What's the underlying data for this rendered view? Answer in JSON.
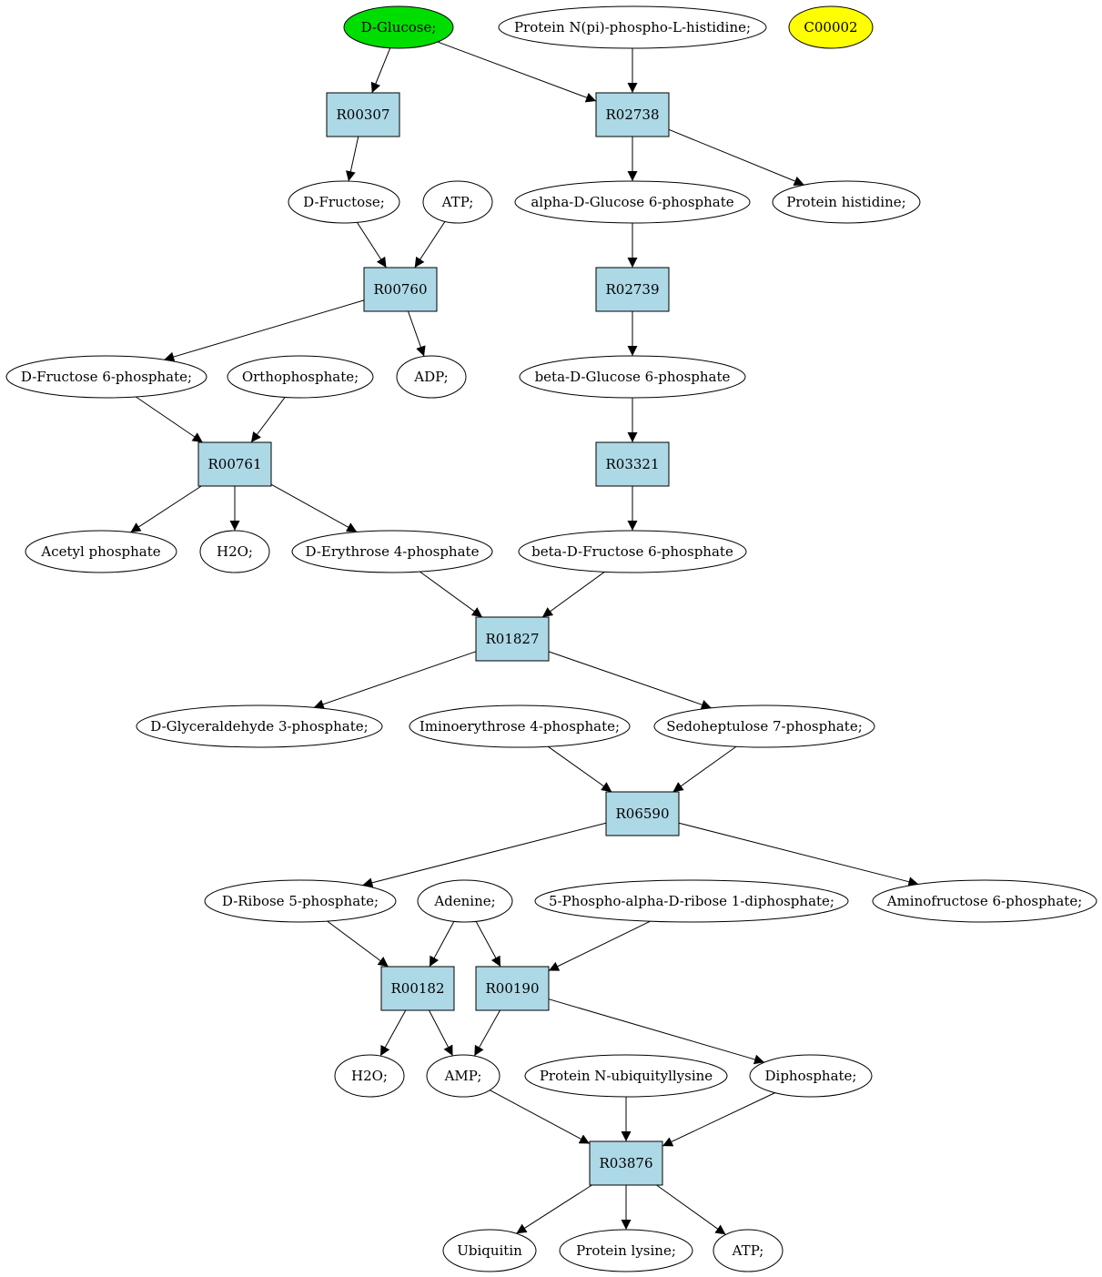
{
  "colors": {
    "start_compound": "#00dd00",
    "highlight_compound": "#ffff00",
    "reaction": "#add8e6",
    "compound": "#ffffff"
  },
  "compounds": [
    {
      "id": "c_glucose",
      "label": "D-Glucose;",
      "style": "start"
    },
    {
      "id": "c_phis",
      "label": "Protein N(pi)-phospho-L-histidine;"
    },
    {
      "id": "c_c00002",
      "label": "C00002",
      "style": "highlight"
    },
    {
      "id": "c_fructose",
      "label": "D-Fructose;"
    },
    {
      "id": "c_atp1",
      "label": "ATP;"
    },
    {
      "id": "c_ag6p",
      "label": "alpha-D-Glucose 6-phosphate"
    },
    {
      "id": "c_phist",
      "label": "Protein histidine;"
    },
    {
      "id": "c_f6p",
      "label": "D-Fructose 6-phosphate;"
    },
    {
      "id": "c_ortho",
      "label": "Orthophosphate;"
    },
    {
      "id": "c_adp",
      "label": "ADP;"
    },
    {
      "id": "c_bg6p",
      "label": "beta-D-Glucose 6-phosphate"
    },
    {
      "id": "c_acetylp",
      "label": "Acetyl phosphate"
    },
    {
      "id": "c_h2o1",
      "label": "H2O;"
    },
    {
      "id": "c_e4p",
      "label": "D-Erythrose 4-phosphate"
    },
    {
      "id": "c_bf6p",
      "label": "beta-D-Fructose 6-phosphate"
    },
    {
      "id": "c_g3p",
      "label": "D-Glyceraldehyde 3-phosphate;"
    },
    {
      "id": "c_imino",
      "label": "Iminoerythrose 4-phosphate;"
    },
    {
      "id": "c_s7p",
      "label": "Sedoheptulose 7-phosphate;"
    },
    {
      "id": "c_r5p",
      "label": "D-Ribose 5-phosphate;"
    },
    {
      "id": "c_adenine",
      "label": "Adenine;"
    },
    {
      "id": "c_prpp",
      "label": "5-Phospho-alpha-D-ribose 1-diphosphate;"
    },
    {
      "id": "c_amf6p",
      "label": "Aminofructose 6-phosphate;"
    },
    {
      "id": "c_h2o2",
      "label": "H2O;"
    },
    {
      "id": "c_amp",
      "label": "AMP;"
    },
    {
      "id": "c_pub",
      "label": "Protein N-ubiquityllysine"
    },
    {
      "id": "c_dip",
      "label": "Diphosphate;"
    },
    {
      "id": "c_ubiq",
      "label": "Ubiquitin"
    },
    {
      "id": "c_plys",
      "label": "Protein lysine;"
    },
    {
      "id": "c_atp2",
      "label": "ATP;"
    }
  ],
  "reactions": [
    {
      "id": "r_00307",
      "label": "R00307"
    },
    {
      "id": "r_02738",
      "label": "R02738"
    },
    {
      "id": "r_00760",
      "label": "R00760"
    },
    {
      "id": "r_02739",
      "label": "R02739"
    },
    {
      "id": "r_00761",
      "label": "R00761"
    },
    {
      "id": "r_03321",
      "label": "R03321"
    },
    {
      "id": "r_01827",
      "label": "R01827"
    },
    {
      "id": "r_06590",
      "label": "R06590"
    },
    {
      "id": "r_00182",
      "label": "R00182"
    },
    {
      "id": "r_00190",
      "label": "R00190"
    },
    {
      "id": "r_03876",
      "label": "R03876"
    }
  ],
  "edges": [
    [
      "c_glucose",
      "r_00307"
    ],
    [
      "c_glucose",
      "r_02738"
    ],
    [
      "c_phis",
      "r_02738"
    ],
    [
      "r_00307",
      "c_fructose"
    ],
    [
      "r_02738",
      "c_ag6p"
    ],
    [
      "r_02738",
      "c_phist"
    ],
    [
      "c_fructose",
      "r_00760"
    ],
    [
      "c_atp1",
      "r_00760"
    ],
    [
      "c_ag6p",
      "r_02739"
    ],
    [
      "r_00760",
      "c_f6p"
    ],
    [
      "r_00760",
      "c_adp"
    ],
    [
      "r_02739",
      "c_bg6p"
    ],
    [
      "c_f6p",
      "r_00761"
    ],
    [
      "c_ortho",
      "r_00761"
    ],
    [
      "c_bg6p",
      "r_03321"
    ],
    [
      "r_00761",
      "c_acetylp"
    ],
    [
      "r_00761",
      "c_h2o1"
    ],
    [
      "r_00761",
      "c_e4p"
    ],
    [
      "r_03321",
      "c_bf6p"
    ],
    [
      "c_e4p",
      "r_01827"
    ],
    [
      "c_bf6p",
      "r_01827"
    ],
    [
      "r_01827",
      "c_g3p"
    ],
    [
      "r_01827",
      "c_s7p"
    ],
    [
      "c_imino",
      "r_06590"
    ],
    [
      "c_s7p",
      "r_06590"
    ],
    [
      "r_06590",
      "c_r5p"
    ],
    [
      "r_06590",
      "c_amf6p"
    ],
    [
      "c_r5p",
      "r_00182"
    ],
    [
      "c_adenine",
      "r_00182"
    ],
    [
      "c_adenine",
      "r_00190"
    ],
    [
      "c_prpp",
      "r_00190"
    ],
    [
      "r_00182",
      "c_h2o2"
    ],
    [
      "r_00182",
      "c_amp"
    ],
    [
      "r_00190",
      "c_amp"
    ],
    [
      "r_00190",
      "c_dip"
    ],
    [
      "c_amp",
      "r_03876"
    ],
    [
      "c_pub",
      "r_03876"
    ],
    [
      "c_dip",
      "r_03876"
    ],
    [
      "r_03876",
      "c_ubiq"
    ],
    [
      "r_03876",
      "c_plys"
    ],
    [
      "r_03876",
      "c_atp2"
    ]
  ]
}
